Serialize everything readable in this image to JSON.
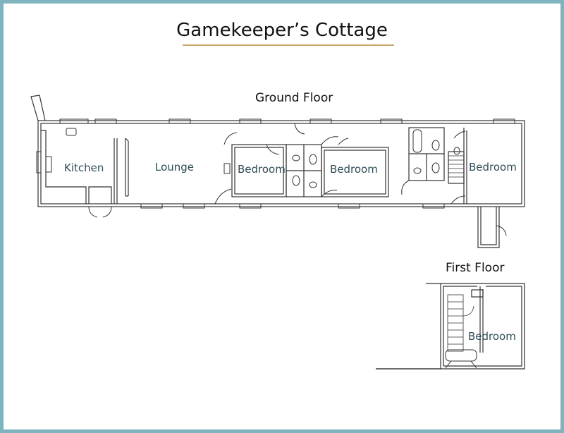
{
  "title": "Gamekeeper’s Cottage",
  "floors": {
    "ground": {
      "label": "Ground Floor",
      "rooms": [
        "Kitchen",
        "Lounge",
        "Bedroom",
        "Bedroom",
        "Bedroom"
      ]
    },
    "first": {
      "label": "First Floor",
      "rooms": [
        "Bedroom"
      ]
    }
  },
  "colors": {
    "border": "#7fb3bd",
    "title_rule": "#c9a869",
    "room_label": "#2e4d55",
    "wall": "#333333"
  }
}
